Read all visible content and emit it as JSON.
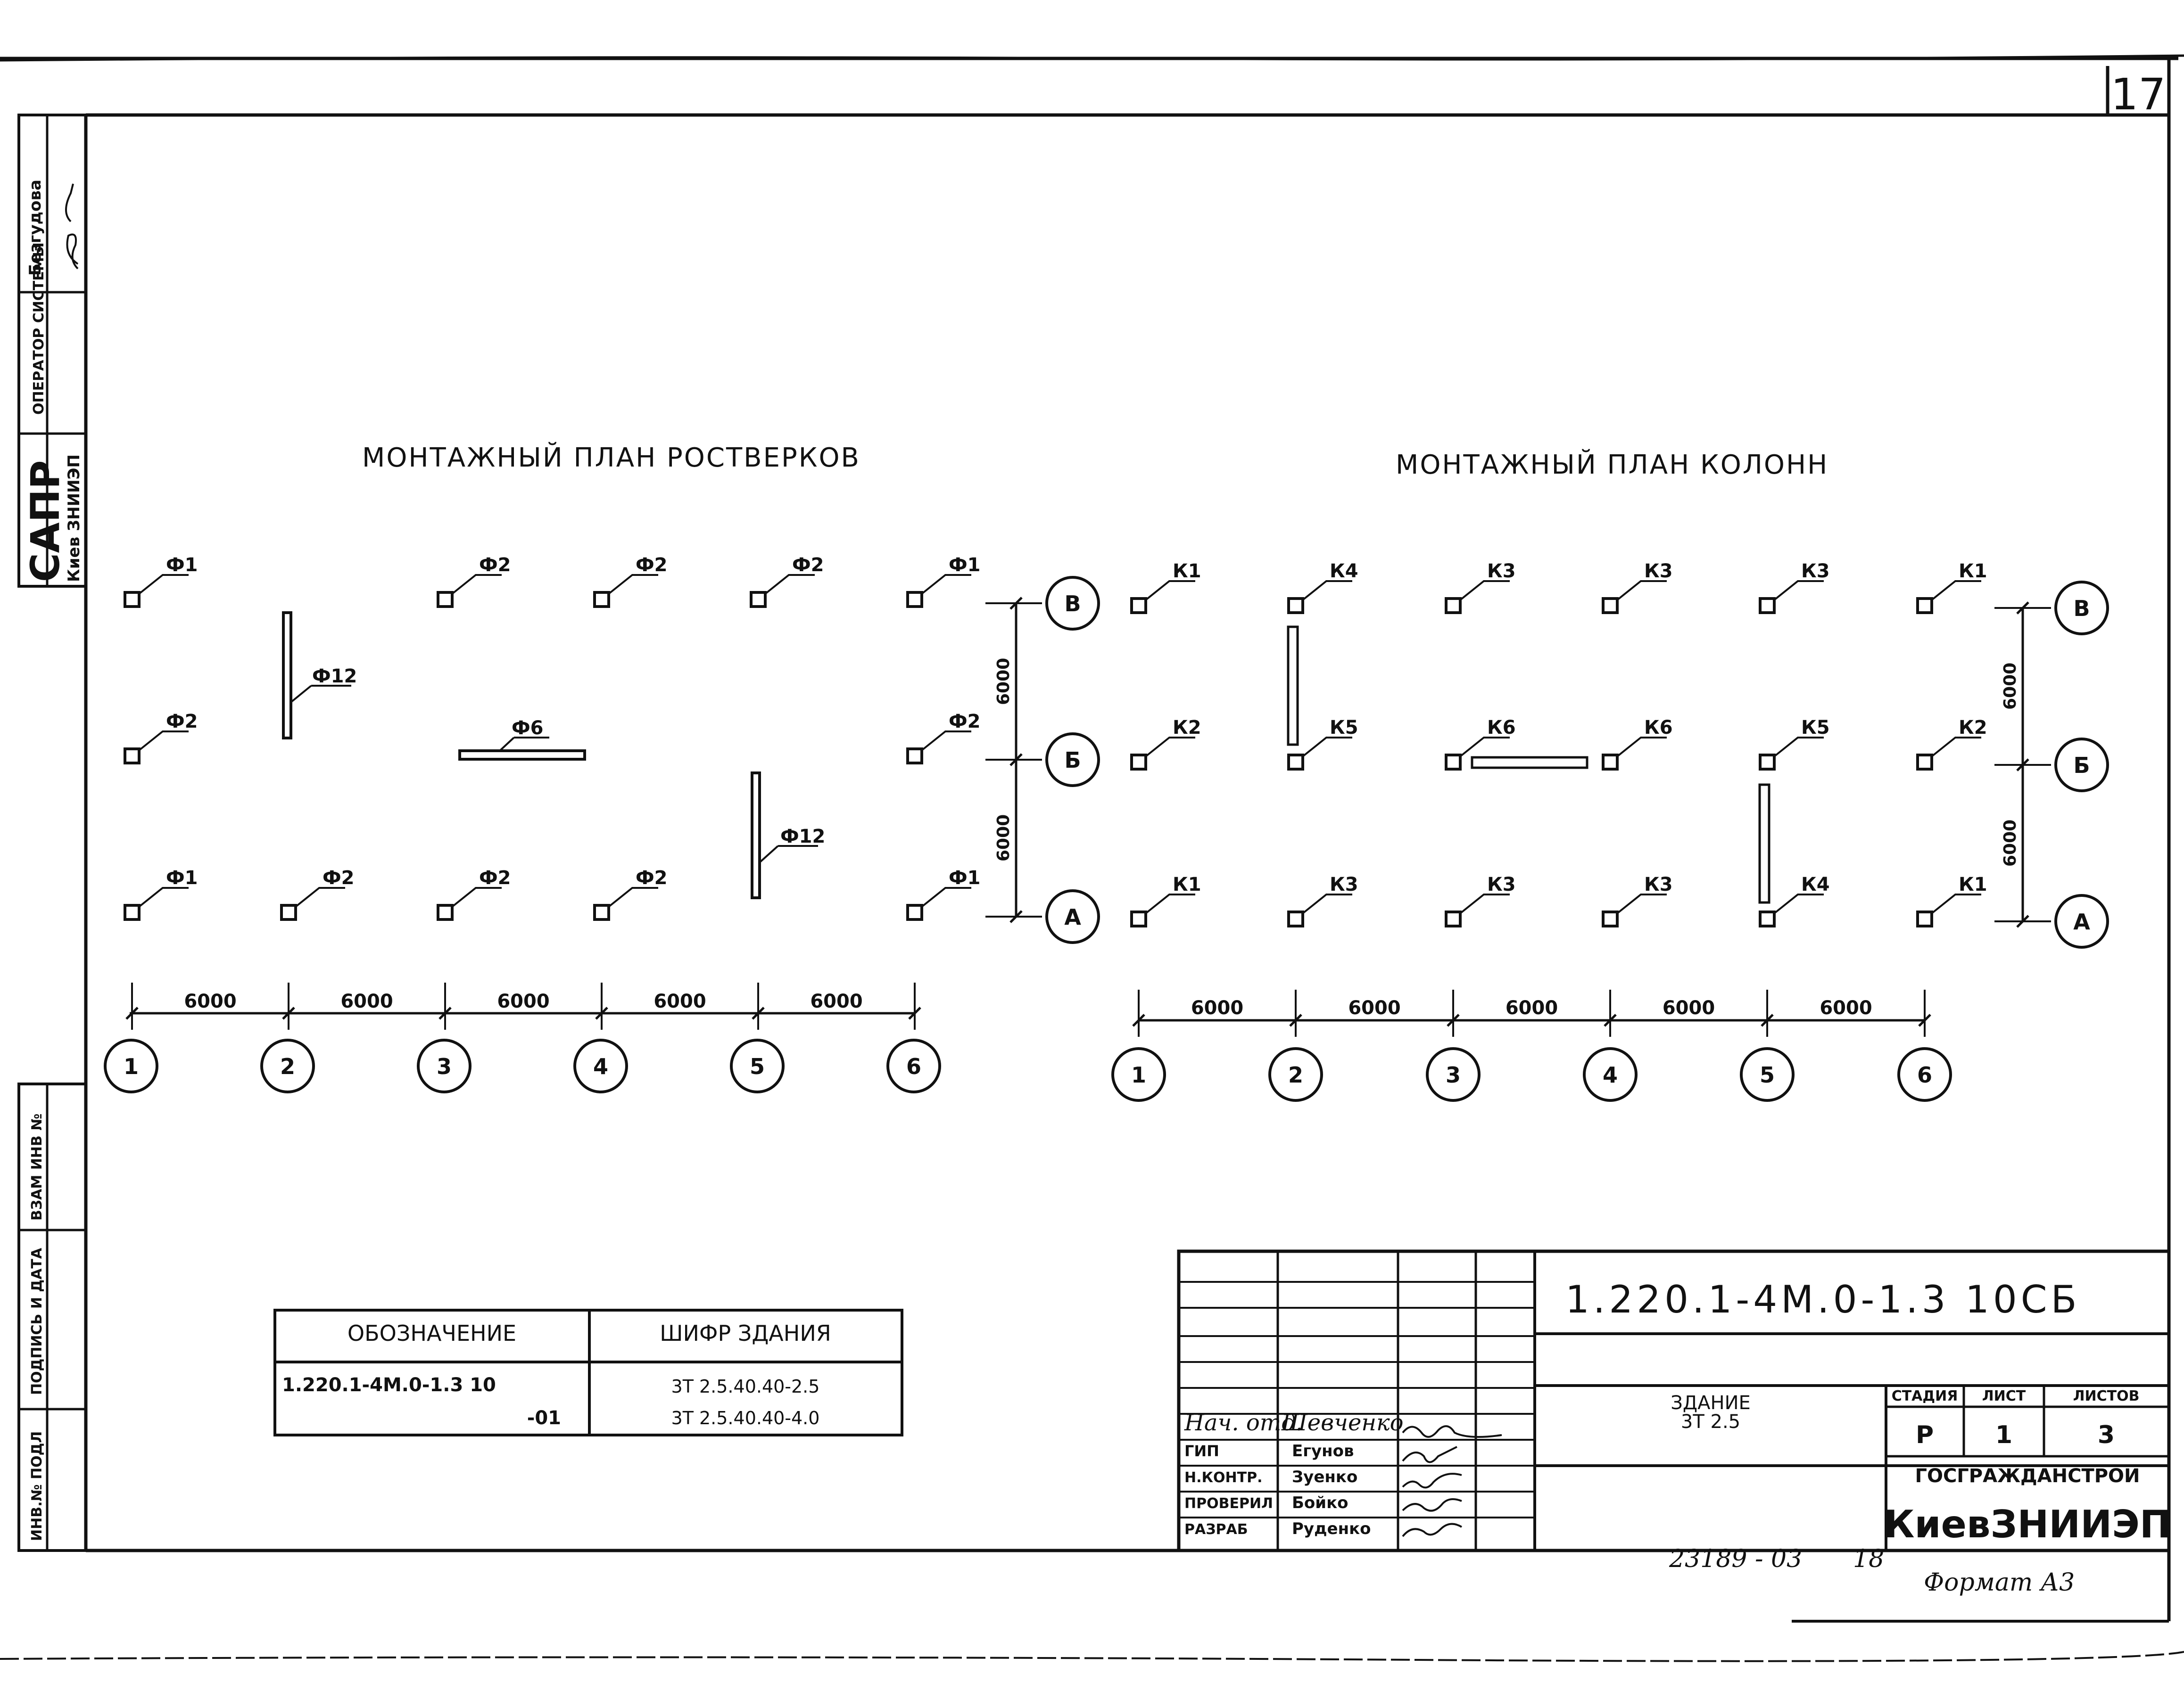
{
  "sheet": {
    "page_number": "17",
    "format_note": "Формат А3",
    "archive_number": "23189 - 03",
    "archive_sheet": "18"
  },
  "left_stamp": {
    "surname": "Безгудова",
    "operator_label": "ОПЕРАТОР СИСТЕМЫ",
    "sapr": "САПР",
    "sapr_org": "Киев ЗНИИЭП",
    "vzam_inv": "ВЗАМ ИНВ №",
    "podpis_data": "ПОДПИСЬ И ДАТА",
    "inv_podl": "ИНВ.№ ПОДЛ"
  },
  "plans": {
    "foundation": {
      "title": "МОНТАЖНЫЙ ПЛАН РОСТВЕРКОВ",
      "row_B_labels": [
        "Ф1",
        "Ф2",
        "Ф2",
        "Ф2",
        "Ф1"
      ],
      "row_Б_labels": [
        "Ф2",
        "Ф2"
      ],
      "row_А_labels": [
        "Ф1",
        "Ф2",
        "Ф2",
        "Ф2",
        "Ф1"
      ],
      "beam_labels": [
        "Ф12",
        "Ф6",
        "Ф12"
      ]
    },
    "columns": {
      "title": "МОНТАЖНЫЙ ПЛАН КОЛОНН",
      "row_B_labels": [
        "К1",
        "К4",
        "К3",
        "К3",
        "К3",
        "К1"
      ],
      "row_Б_labels": [
        "К2",
        "К5",
        "К6",
        "К6",
        "К5",
        "К2"
      ],
      "row_А_labels": [
        "К1",
        "К3",
        "К3",
        "К3",
        "К4",
        "К1"
      ]
    },
    "axes_numbers": [
      "1",
      "2",
      "3",
      "4",
      "5",
      "6"
    ],
    "axes_letters": [
      "В",
      "Б",
      "А"
    ],
    "span_dim": "6000"
  },
  "designation_table": {
    "headers": [
      "ОБОЗНАЧЕНИЕ",
      "ШИФР ЗДАНИЯ"
    ],
    "rows": [
      {
        "designation": "1.220.1-4М.0-1.3 10",
        "code": "3Т 2.5.40.40-2.5"
      },
      {
        "designation": "-01",
        "code": "3Т 2.5.40.40-4.0"
      }
    ]
  },
  "title_block": {
    "doc_code": "1.220.1-4М.0-1.3 10СБ",
    "object_name_1": "ЗДАНИЕ",
    "object_name_2": "3Т 2.5",
    "stage_header": "СТАДИЯ",
    "sheet_header": "ЛИСТ",
    "sheets_header": "ЛИСТОВ",
    "stage": "Р",
    "sheet": "1",
    "sheets": "3",
    "org_1": "ГОСГРАЖДАНСТРОЙ",
    "org_2": "КиевЗНИИЭП",
    "roles": [
      {
        "role": "Нач. отд.",
        "name": "Шевченко"
      },
      {
        "role": "ГИП",
        "name": "Егунов"
      },
      {
        "role": "Н.КОНТР.",
        "name": "Зуенко"
      },
      {
        "role": "ПРОВЕРИЛ",
        "name": "Бойко"
      },
      {
        "role": "РАЗРАБ",
        "name": "Руденко"
      }
    ]
  }
}
